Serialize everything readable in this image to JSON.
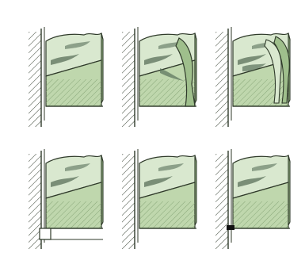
{
  "diagram": {
    "colors": {
      "background": "#ffffff",
      "block_face": "#bfd7ad",
      "block_top": "#d9e8cf",
      "block_side": "#9fbf8c",
      "outline": "#2f3a2a",
      "hatch": "#2f3a2a",
      "shadow": "#59705a"
    },
    "panels": [
      {
        "id": "panel-1",
        "row": 1,
        "column": 1,
        "variant": "plain-block"
      },
      {
        "id": "panel-2",
        "row": 1,
        "column": 2,
        "variant": "curled-front"
      },
      {
        "id": "panel-3",
        "row": 1,
        "column": 3,
        "variant": "separated-layers"
      },
      {
        "id": "panel-4",
        "row": 2,
        "column": 1,
        "variant": "notched-base"
      },
      {
        "id": "panel-5",
        "row": 2,
        "column": 2,
        "variant": "plain-block"
      },
      {
        "id": "panel-6",
        "row": 2,
        "column": 3,
        "variant": "base-marker"
      }
    ]
  }
}
